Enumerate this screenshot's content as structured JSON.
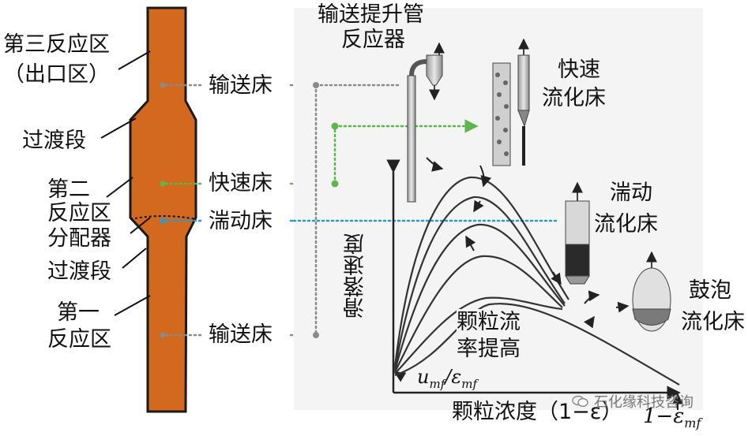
{
  "left_reactor": {
    "zone3_line1": "第三反应区",
    "zone3_line2": "（出口区）",
    "transition_upper": "过渡段",
    "zone2_line1": "第二",
    "zone2_line2": "反应区",
    "distributor": "分配器",
    "transition_lower": "过渡段",
    "zone1_line1": "第一",
    "zone1_line2": "反应区"
  },
  "regime_labels": {
    "transport_top": "输送床",
    "fast_bed": "快速床",
    "turbulent_bed": "湍动床",
    "transport_bottom": "输送床"
  },
  "chart_labels": {
    "riser_line1": "输送提升管",
    "riser_line2": "反应器",
    "fast_fluidized_line1": "快速",
    "fast_fluidized_line2": "流化床",
    "turbulent_fluidized_line1": "湍动",
    "turbulent_fluidized_line2": "流化床",
    "bubbling_line1": "鼓泡",
    "bubbling_line2": "流化床",
    "flux_line1": "颗粒流",
    "flux_line2": "率提高",
    "y_axis": "滑落速度",
    "x_axis": "颗粒浓度（1−ε）",
    "umf_main": "u",
    "umf_sub": "mf",
    "eps_main": "/ε",
    "eps_sub": "mf",
    "x_end_main": "1−ε",
    "x_end_sub": "mf"
  },
  "watermark": "石化缘科技咨询",
  "colors": {
    "reactor_fill": "#D2691E",
    "reactor_stroke": "#1a1a1a",
    "gray_dot": "#8a8a8a",
    "green_dot": "#5cb84a",
    "blue_dot": "#2a9ad0"
  }
}
